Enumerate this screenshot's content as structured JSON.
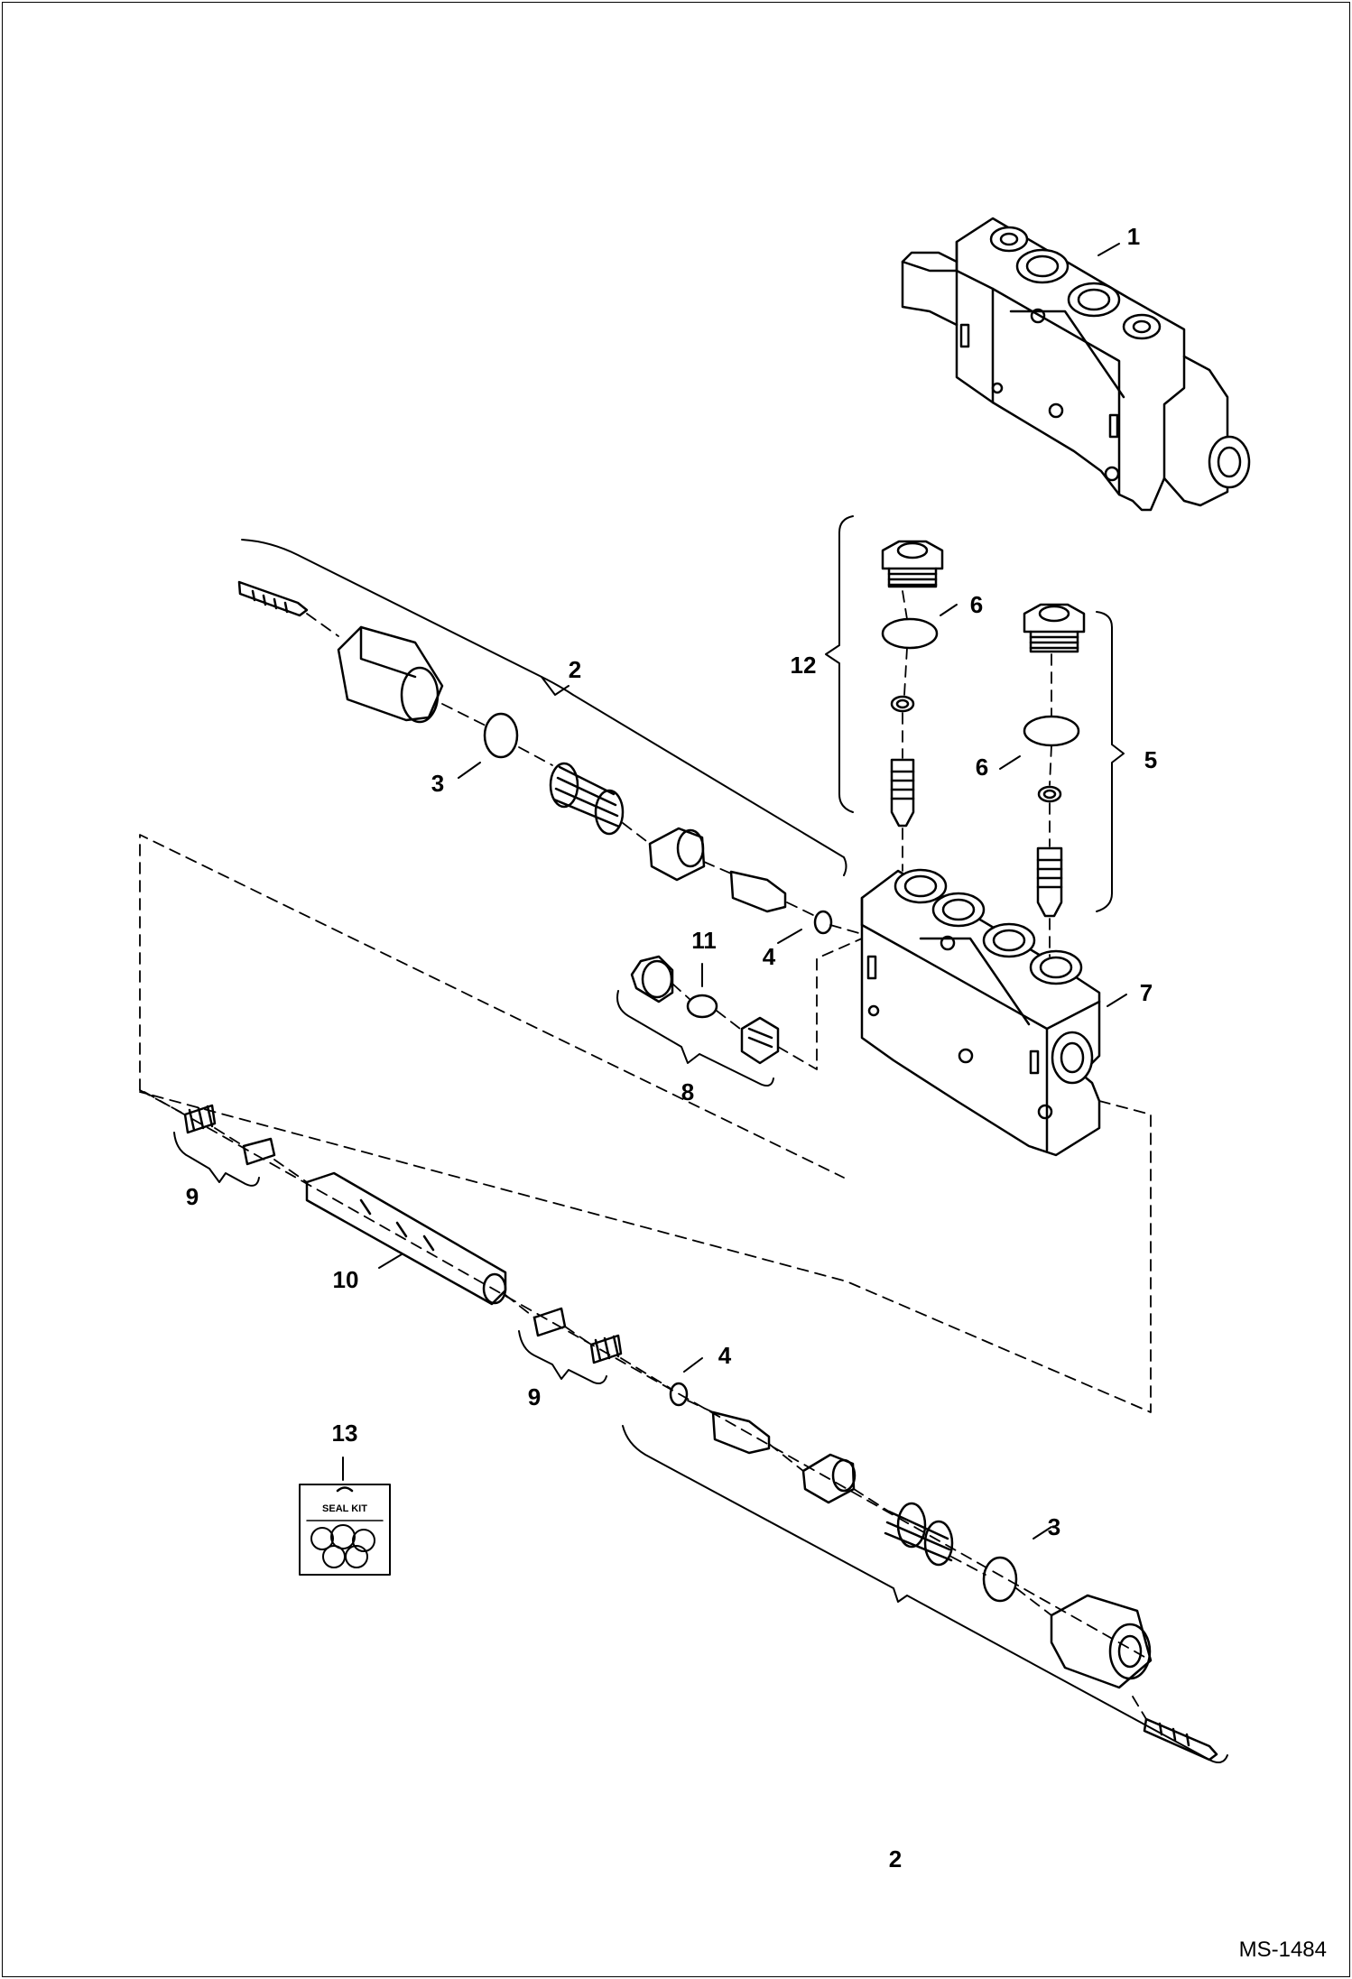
{
  "document_code": "MS-1484",
  "seal_kit_label": "SEAL KIT",
  "callouts": {
    "valve_body": "1",
    "spring_cap_upper": "2",
    "spring_cap_lower": "2",
    "oring_upper": "3",
    "oring_lower": "3",
    "oring_small_upper": "4",
    "oring_small_lower": "4",
    "relief_group_right": "5",
    "oring_relief_left": "6",
    "oring_relief_right": "6",
    "section_body": "7",
    "check_group": "8",
    "detent_left": "9",
    "detent_right": "9",
    "spool": "10",
    "oring_check": "11",
    "relief_group_left": "12",
    "seal_kit": "13"
  }
}
